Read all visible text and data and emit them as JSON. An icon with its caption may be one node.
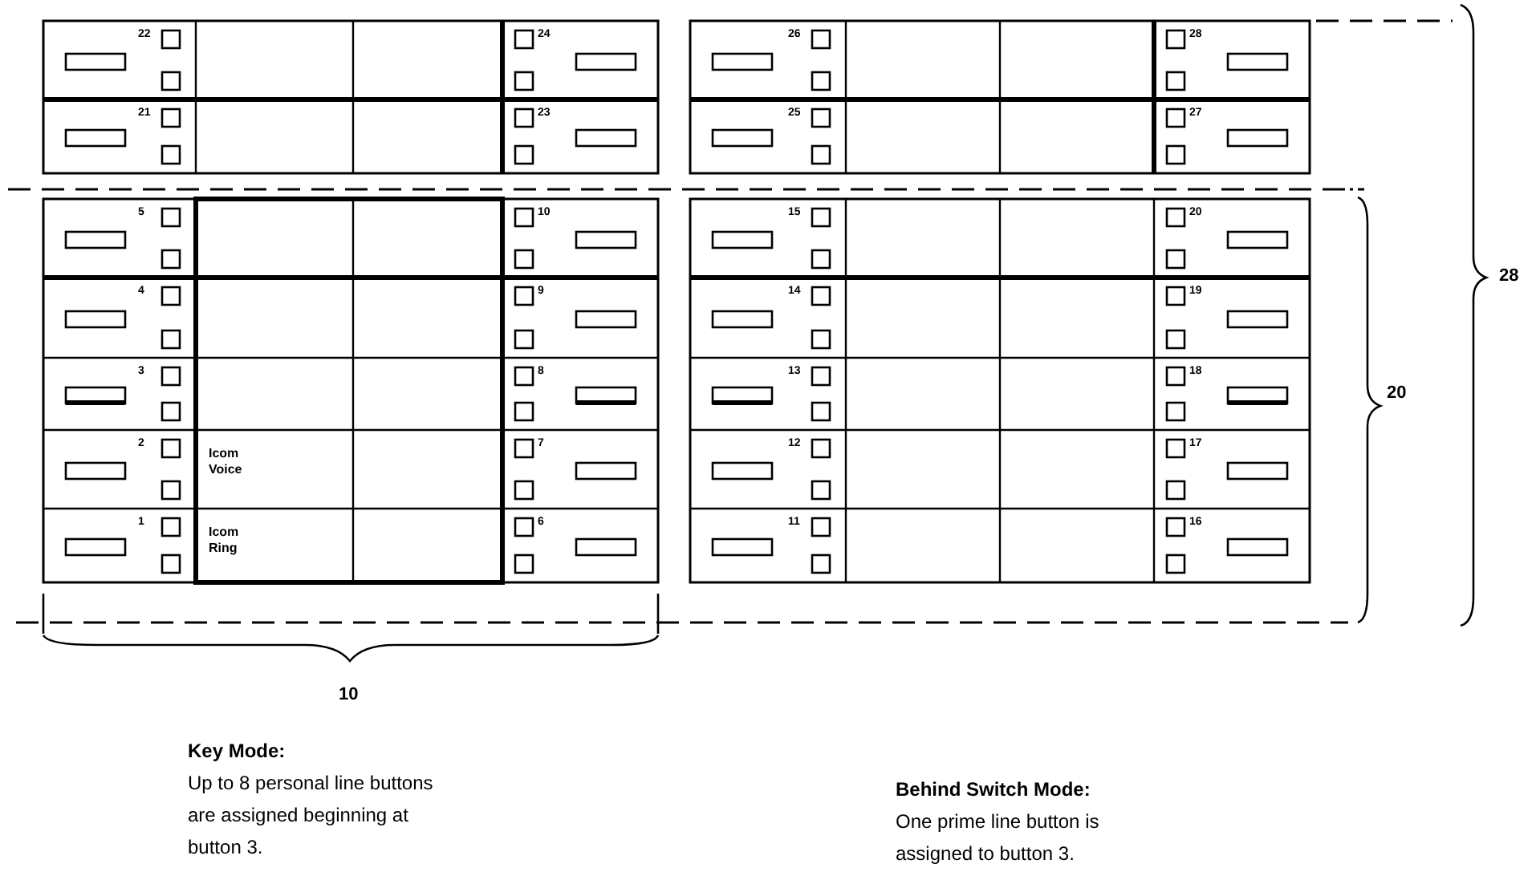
{
  "diagram": {
    "labels": [
      "22",
      "24",
      "26",
      "28",
      "21",
      "23",
      "25",
      "27",
      "5",
      "10",
      "15",
      "20",
      "4",
      "9",
      "14",
      "19",
      "3",
      "8",
      "13",
      "18",
      "2",
      "Icom Voice",
      "7",
      "12",
      "17",
      "1",
      "Icom Ring",
      "6",
      "11",
      "16",
      "28",
      "20",
      "10",
      "Key Mode:",
      "Up to 8 personal line buttons are assigned beginning at button 3.",
      "Behind Switch Mode:",
      "One prime line button is assigned to button 3."
    ]
  }
}
